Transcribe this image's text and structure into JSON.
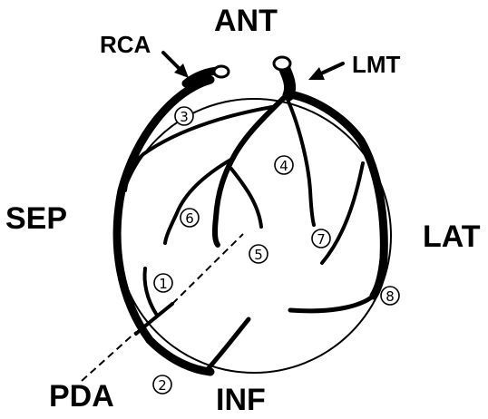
{
  "labels": {
    "ant": "ANT",
    "sep": "SEP",
    "lat": "LAT",
    "inf": "INF",
    "rca": "RCA",
    "lmt": "LMT",
    "pda": "PDA"
  },
  "segments": [
    {
      "id": "seg-1",
      "label": "1"
    },
    {
      "id": "seg-2",
      "label": "2"
    },
    {
      "id": "seg-3",
      "label": "3"
    },
    {
      "id": "seg-4",
      "label": "4"
    },
    {
      "id": "seg-5",
      "label": "5"
    },
    {
      "id": "seg-6",
      "label": "6"
    },
    {
      "id": "seg-7",
      "label": "7"
    },
    {
      "id": "seg-8",
      "label": "8"
    }
  ],
  "colors": {
    "ink": "#000000",
    "background": "#ffffff"
  }
}
